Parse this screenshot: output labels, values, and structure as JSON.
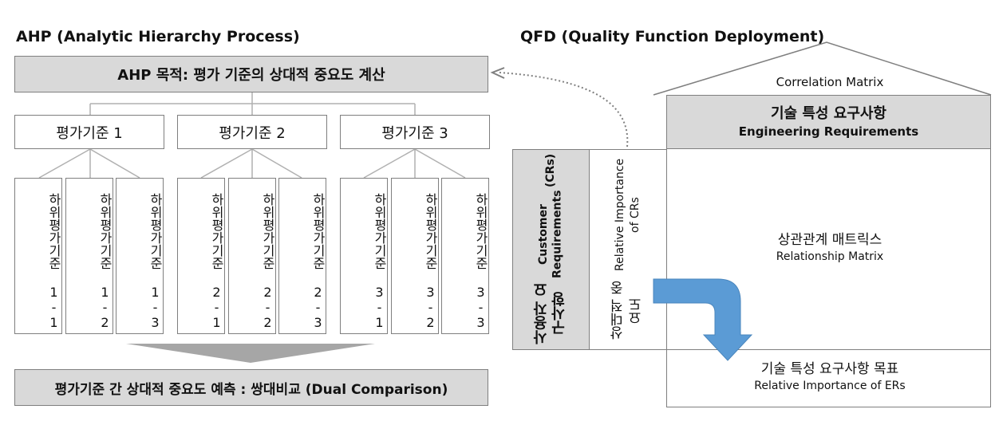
{
  "ahp": {
    "heading": "AHP (Analytic Hierarchy Process)",
    "goal": "AHP 목적: 평가 기준의 상대적 중요도 계산",
    "criteria": [
      {
        "label": "평가기준 1",
        "subs": [
          "하위평가기준 1-1",
          "하위평가기준 1-2",
          "하위평가기준 1-3"
        ]
      },
      {
        "label": "평가기준 2",
        "subs": [
          "하위평가기준 2-1",
          "하위평가기준 2-2",
          "하위평가기준 2-3"
        ]
      },
      {
        "label": "평가기준 3",
        "subs": [
          "하위평가기준 3-1",
          "하위평가기준 3-2",
          "하위평가기준 3-3"
        ]
      }
    ],
    "result": "평가기준 간 상대적 중요도 예측 : 쌍대비교 (Dual Comparison)"
  },
  "qfd": {
    "heading": "QFD (Quality Function Deployment)",
    "roof": "Correlation Matrix",
    "er_ko": "기술 특성 요구사항",
    "er_en": "Engineering Requirements",
    "cr_ko": "사용자 요구사항",
    "cr_en": "Customer Requirements",
    "cr_abbr": "(CRs)",
    "imp_ko": "상대적 중요도",
    "imp_en": "Relative Importance of CRs",
    "rel_ko": "상관관계 매트릭스",
    "rel_en": "Relationship Matrix",
    "target_ko": "기술 특성 요구사항 목표",
    "target_en": "Relative Importance of ERs"
  },
  "colors": {
    "gray_fill": "#d9d9d9",
    "border": "#7f7f7f",
    "arrow_blue": "#5b9bd5"
  }
}
